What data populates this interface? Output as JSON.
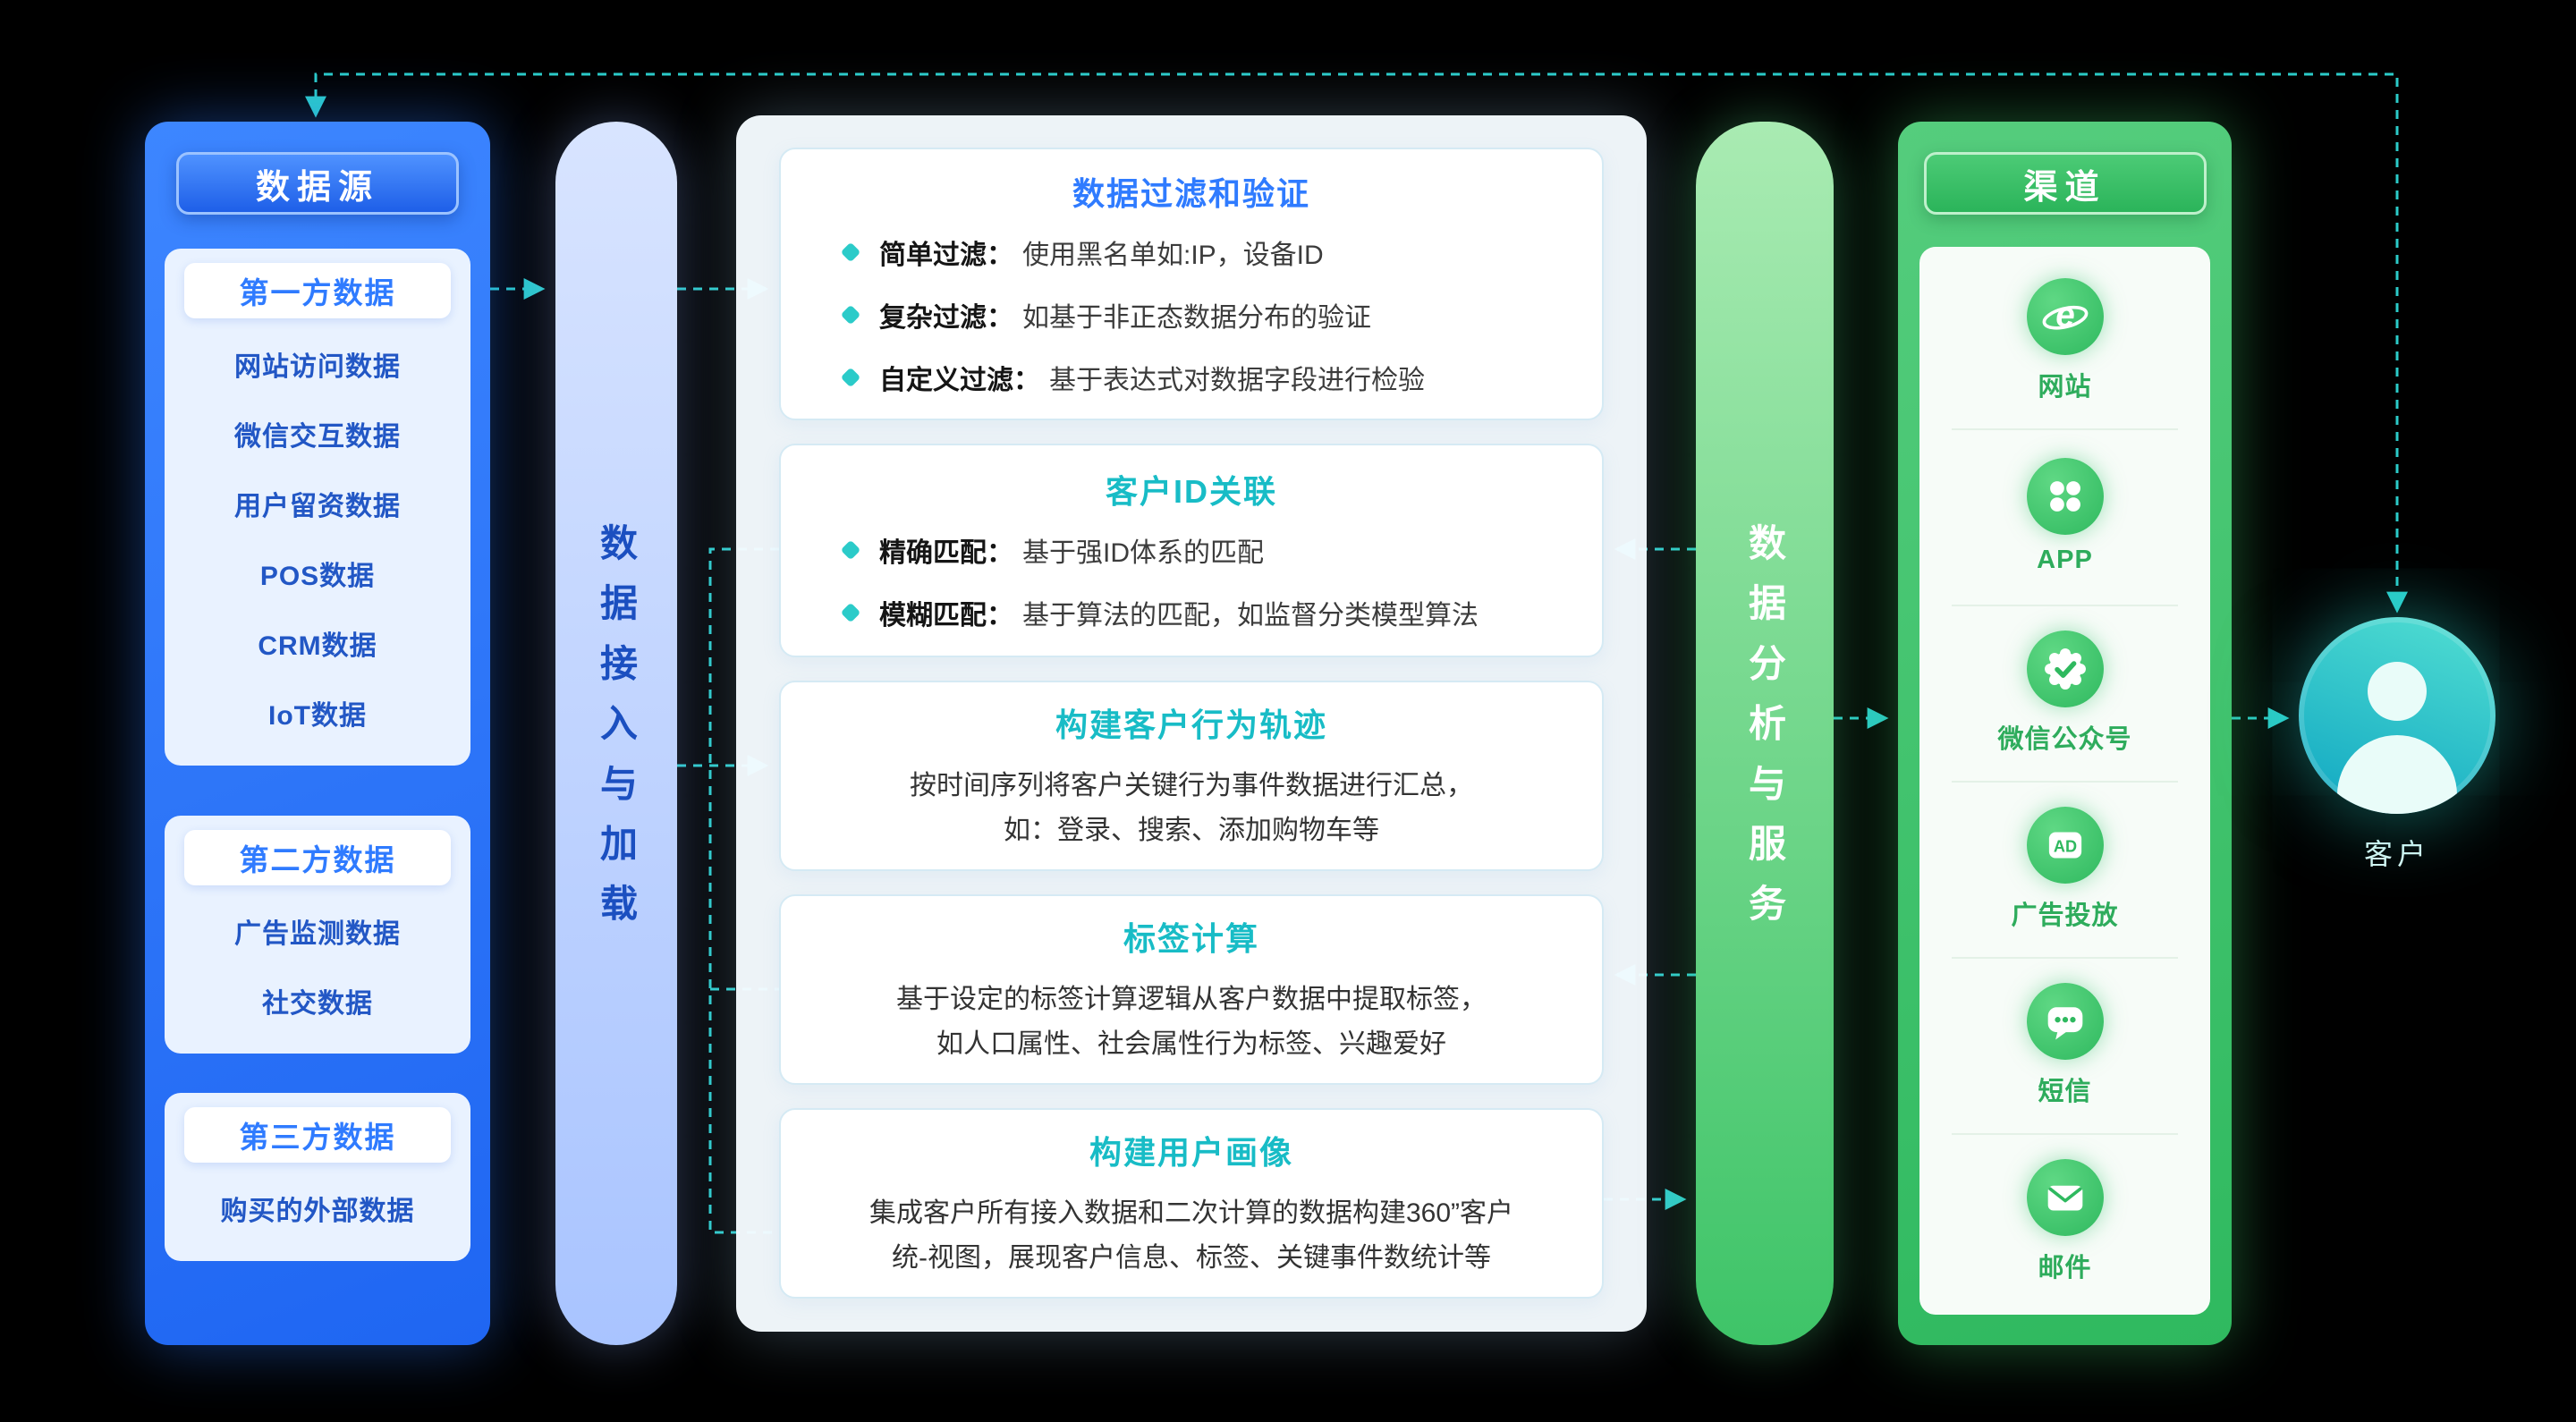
{
  "colors": {
    "accent_blue": "#2F7BFF",
    "accent_teal": "#2BCBC9",
    "accent_green": "#3EC468"
  },
  "data_sources": {
    "title": "数据源",
    "groups": [
      {
        "title": "第一方数据",
        "items": [
          "网站访问数据",
          "微信交互数据",
          "用户留资数据",
          "POS数据",
          "CRM数据",
          "IoT数据"
        ]
      },
      {
        "title": "第二方数据",
        "items": [
          "广告监测数据",
          "社交数据"
        ]
      },
      {
        "title": "第三方数据",
        "items": [
          "购买的外部数据"
        ]
      }
    ]
  },
  "ingest_bar": {
    "label": "数据接入与加载"
  },
  "processing": {
    "boxes": [
      {
        "title": "数据过滤和验证",
        "bullets": [
          {
            "label": "简单过滤：",
            "text": "使用黑名单如:IP，设备ID"
          },
          {
            "label": "复杂过滤：",
            "text": "如基于非正态数据分布的验证"
          },
          {
            "label": "自定义过滤：",
            "text": "基于表达式对数据字段进行检验"
          }
        ]
      },
      {
        "title": "客户ID关联",
        "bullets": [
          {
            "label": "精确匹配：",
            "text": "基于强ID体系的匹配"
          },
          {
            "label": "模糊匹配：",
            "text": "基于算法的匹配，如监督分类模型算法"
          }
        ]
      },
      {
        "title": "构建客户行为轨迹",
        "lines": [
          "按时间序列将客户关键行为事件数据进行汇总，",
          "如：登录、搜索、添加购物车等"
        ]
      },
      {
        "title": "标签计算",
        "lines": [
          "基于设定的标签计算逻辑从客户数据中提取标签，",
          "如人口属性、社会属性行为标签、兴趣爱好"
        ]
      },
      {
        "title": "构建用户画像",
        "lines": [
          "集成客户所有接入数据和二次计算的数据构建360”客户",
          "统-视图，展现客户信息、标签、关键事件数统计等"
        ]
      }
    ]
  },
  "analysis_bar": {
    "label": "数据分析与服务"
  },
  "channels": {
    "title": "渠道",
    "items": [
      {
        "label": "网站",
        "icon": "browser-icon",
        "icon_glyph": "e"
      },
      {
        "label": "APP",
        "icon": "app-grid-icon"
      },
      {
        "label": "微信公众号",
        "icon": "wechat-official-badge-icon"
      },
      {
        "label": "广告投放",
        "icon": "ad-icon",
        "icon_glyph": "AD"
      },
      {
        "label": "短信",
        "icon": "sms-icon"
      },
      {
        "label": "邮件",
        "icon": "mail-icon"
      }
    ]
  },
  "customer": {
    "label": "客户"
  }
}
